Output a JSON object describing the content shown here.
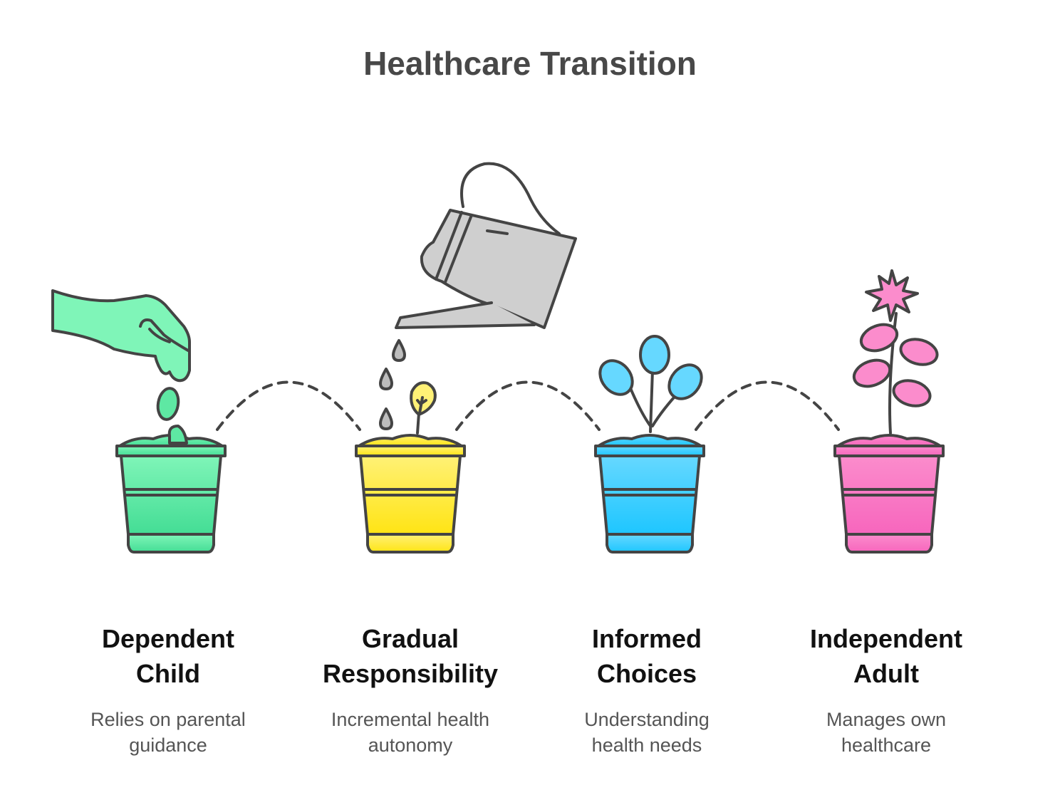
{
  "title": "Healthcare Transition",
  "stages": [
    {
      "title_line1": "Dependent",
      "title_line2": "Child",
      "desc_line1": "Relies on parental",
      "desc_line2": "guidance",
      "color_top": "#7ff5b8",
      "color_bottom": "#44dd95"
    },
    {
      "title_line1": "Gradual",
      "title_line2": "Responsibility",
      "desc_line1": "Incremental health",
      "desc_line2": "autonomy",
      "color_top": "#fff176",
      "color_bottom": "#ffe414"
    },
    {
      "title_line1": "Informed",
      "title_line2": "Choices",
      "desc_line1": "Understanding",
      "desc_line2": "health needs",
      "color_top": "#66d8ff",
      "color_bottom": "#1ec6ff"
    },
    {
      "title_line1": "Independent",
      "title_line2": "Adult",
      "desc_line1": "Manages own",
      "desc_line2": "healthcare",
      "color_top": "#fb8ccc",
      "color_bottom": "#f766bd"
    }
  ]
}
